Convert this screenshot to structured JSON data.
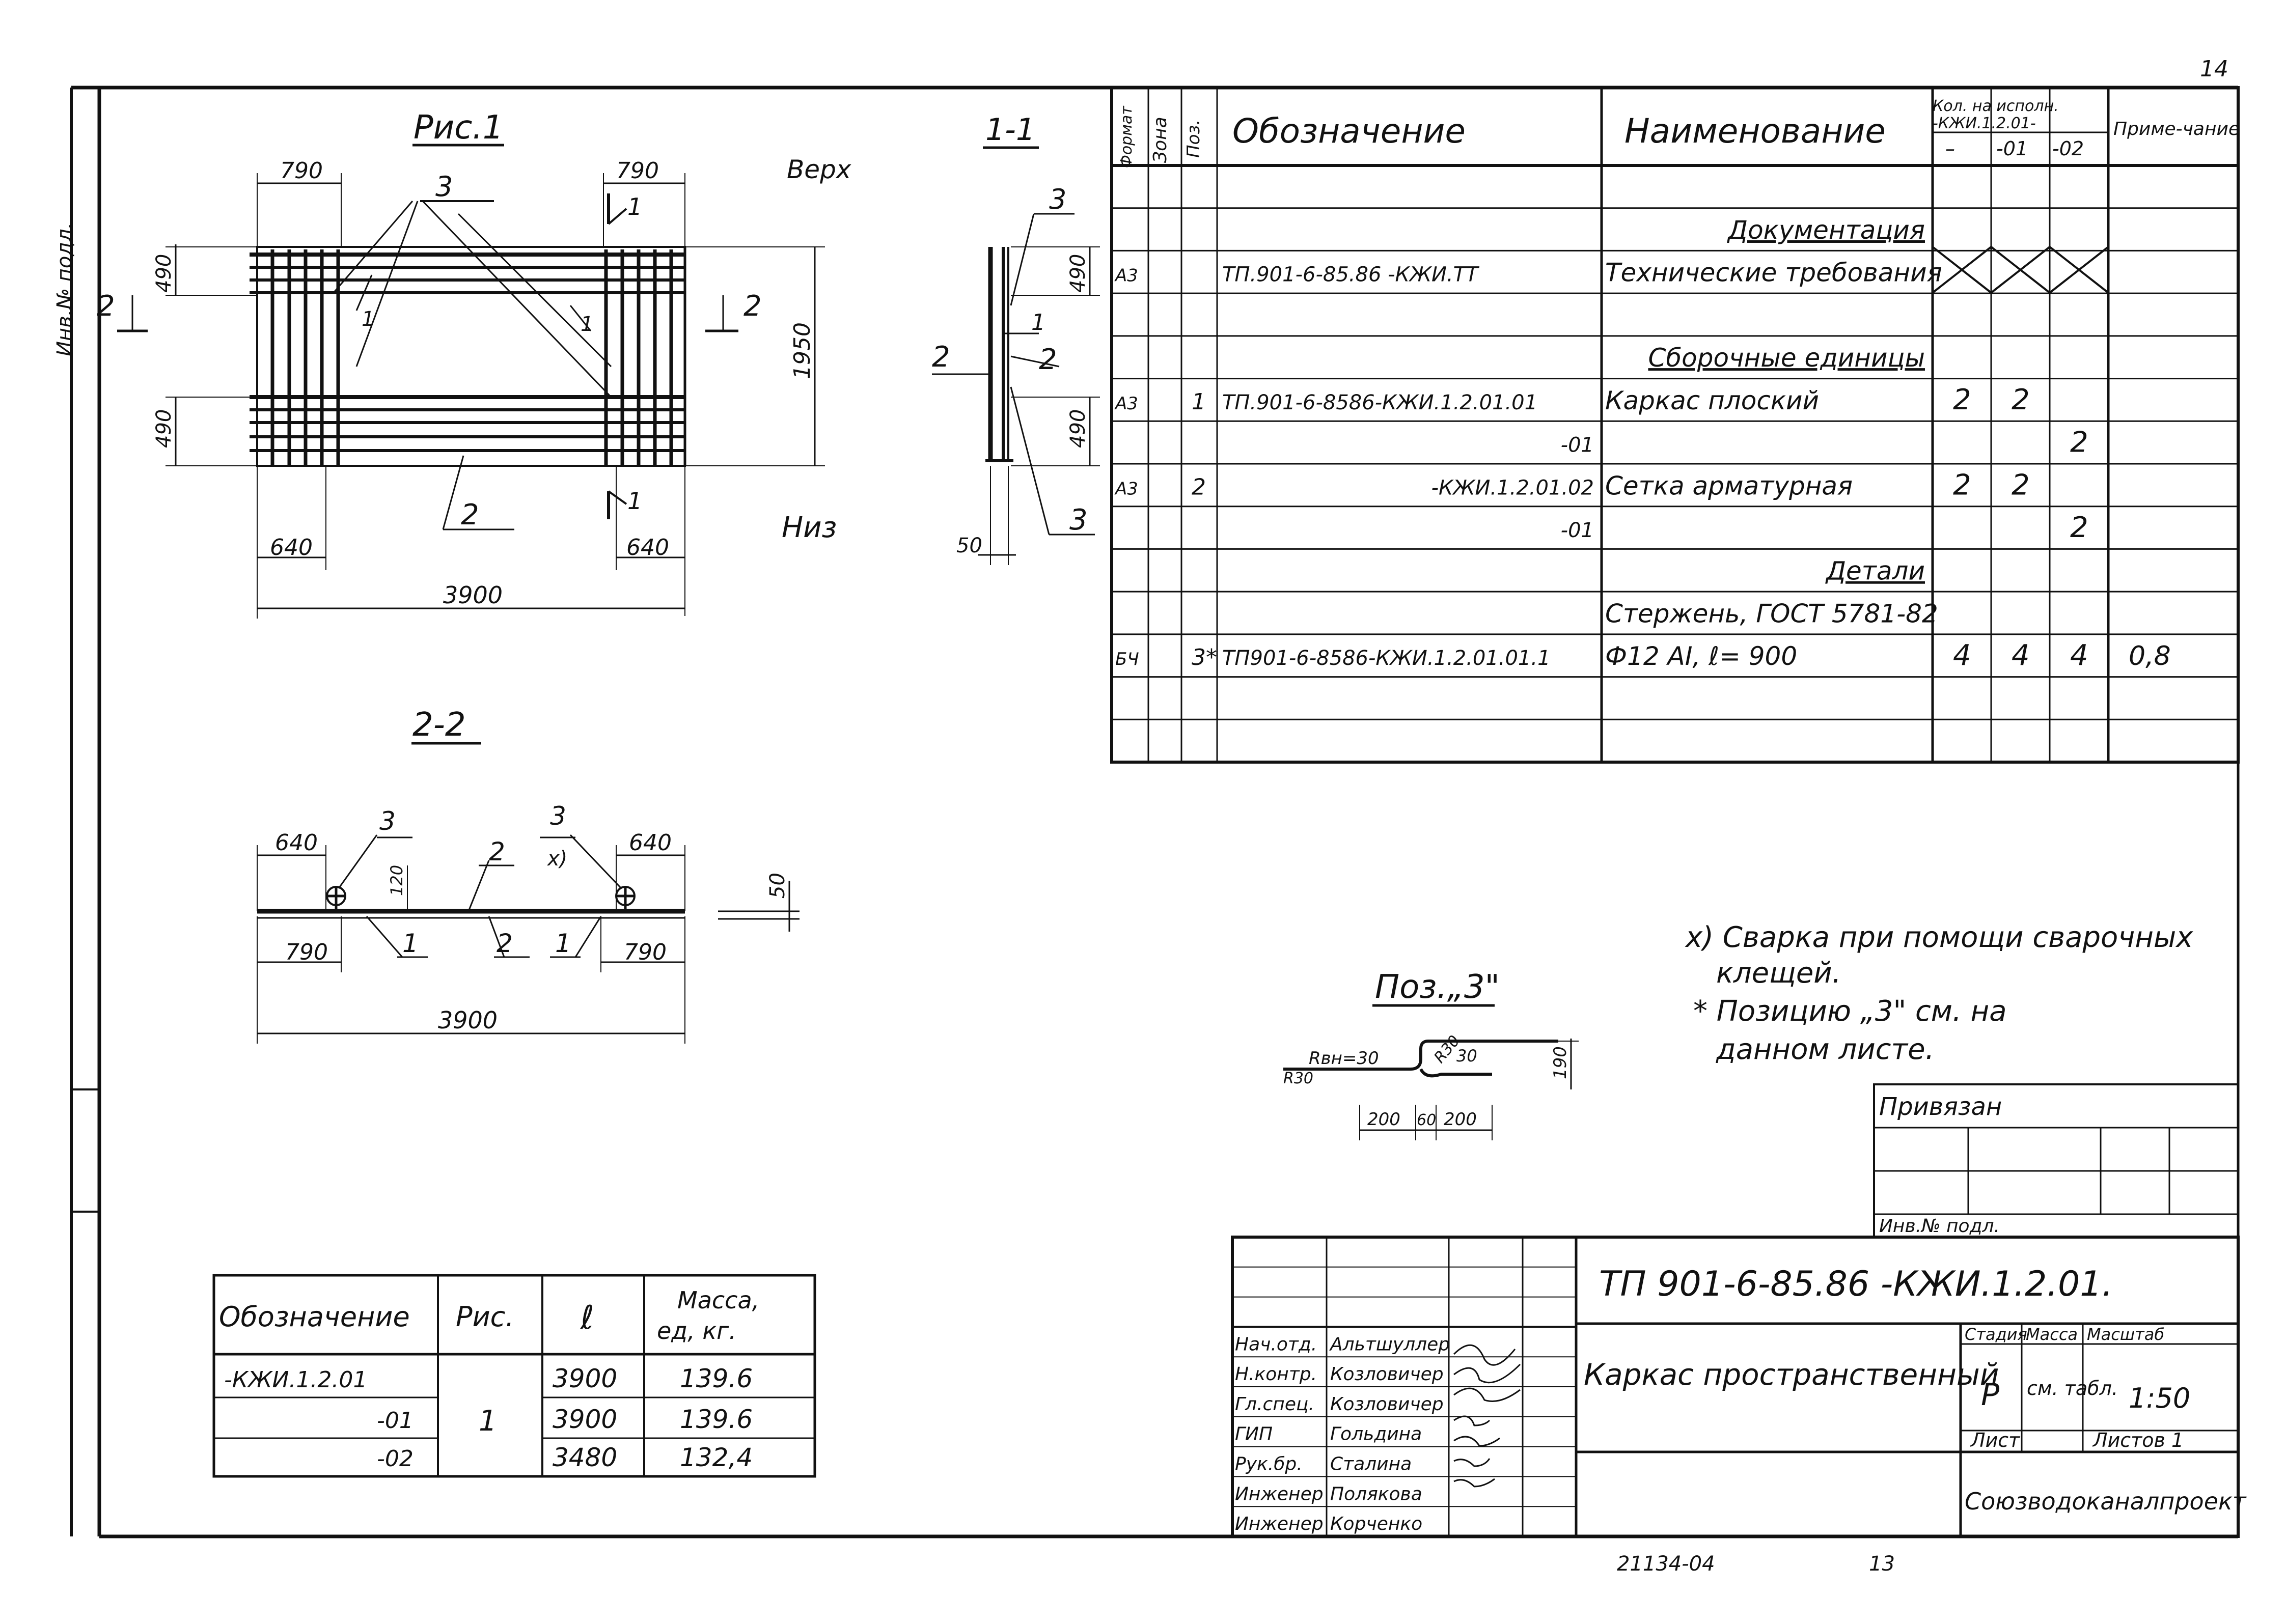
{
  "page": {
    "number": "14"
  },
  "left_margin": {
    "inventory_label": "Инв.№ подл."
  },
  "drawing": {
    "fig1": {
      "title": "Рис.1",
      "top_label": "Верх",
      "bottom_label": "Низ",
      "dims": [
        "790",
        "790",
        "490",
        "490",
        "1950",
        "640",
        "640",
        "3900"
      ],
      "pos": [
        "3",
        "1",
        "1",
        "2",
        "1",
        "1"
      ],
      "section_mark": "2"
    },
    "sec11": {
      "title": "1-1",
      "dims": [
        "490",
        "490",
        "50"
      ],
      "pos": [
        "3",
        "2",
        "1",
        "2",
        "3"
      ]
    },
    "sec22": {
      "title": "2-2",
      "dims": [
        "640",
        "640",
        "120",
        "790",
        "790",
        "3900",
        "50"
      ],
      "pos": [
        "3",
        "3",
        "x)",
        "2",
        "1",
        "2",
        "1"
      ]
    },
    "poz3": {
      "title": "Поз.„3\"",
      "dims": [
        "Rвн=30",
        "R30",
        "R30",
        "30",
        "190",
        "200",
        "60",
        "200"
      ]
    }
  },
  "notes": [
    "x) Сварка при помощи сварочных",
    "клещей.",
    "* Позицию „3\" см. на",
    "данном листе."
  ],
  "spec": {
    "headers": {
      "format": "Формат",
      "zone": "Зона",
      "pos": "Поз.",
      "designation": "Обозначение",
      "name": "Наименование",
      "qty": "Кол. на исполн.",
      "qty_sub": "-КЖИ.1.2.01-",
      "note": "Приме-чание"
    },
    "qty_cols": [
      "–",
      "-01",
      "-02"
    ],
    "rows": [
      {
        "format": "",
        "zone": "",
        "pos": "",
        "designation": "",
        "name": "",
        "q1": "",
        "q2": "",
        "q3": "",
        "note": ""
      },
      {
        "format": "",
        "zone": "",
        "pos": "",
        "designation": "",
        "name": "Документация",
        "q1": "",
        "q2": "",
        "q3": "",
        "note": ""
      },
      {
        "format": "А3",
        "zone": "",
        "pos": "",
        "designation": "ТП.901-6-85.86 -КЖИ.ТТ",
        "name": "Технические требования",
        "q1": "",
        "q2": "",
        "q3": "",
        "note": ""
      },
      {
        "format": "",
        "zone": "",
        "pos": "",
        "designation": "",
        "name": "",
        "q1": "",
        "q2": "",
        "q3": "",
        "note": ""
      },
      {
        "format": "",
        "zone": "",
        "pos": "",
        "designation": "",
        "name": "Сборочные единицы",
        "q1": "",
        "q2": "",
        "q3": "",
        "note": ""
      },
      {
        "format": "А3",
        "zone": "",
        "pos": "1",
        "designation": "ТП.901-6-8586-КЖИ.1.2.01.01",
        "name": "Каркас плоский",
        "q1": "2",
        "q2": "2",
        "q3": "",
        "note": ""
      },
      {
        "format": "",
        "zone": "",
        "pos": "",
        "designation": "-01",
        "name": "",
        "q1": "",
        "q2": "",
        "q3": "2",
        "note": ""
      },
      {
        "format": "А3",
        "zone": "",
        "pos": "2",
        "designation": "-КЖИ.1.2.01.02",
        "name": "Сетка арматурная",
        "q1": "2",
        "q2": "2",
        "q3": "",
        "note": ""
      },
      {
        "format": "",
        "zone": "",
        "pos": "",
        "designation": "-01",
        "name": "",
        "q1": "",
        "q2": "",
        "q3": "2",
        "note": ""
      },
      {
        "format": "",
        "zone": "",
        "pos": "",
        "designation": "",
        "name": "Детали",
        "q1": "",
        "q2": "",
        "q3": "",
        "note": ""
      },
      {
        "format": "",
        "zone": "",
        "pos": "",
        "designation": "",
        "name": "Стержень, ГОСТ 5781-82",
        "q1": "",
        "q2": "",
        "q3": "",
        "note": ""
      },
      {
        "format": "БЧ",
        "zone": "",
        "pos": "3*",
        "designation": "ТП901-6-8586-КЖИ.1.2.01.01.1",
        "name": "Ф12 АI,  ℓ= 900",
        "q1": "4",
        "q2": "4",
        "q3": "4",
        "note": "0,8"
      },
      {
        "format": "",
        "zone": "",
        "pos": "",
        "designation": "",
        "name": "",
        "q1": "",
        "q2": "",
        "q3": "",
        "note": ""
      },
      {
        "format": "",
        "zone": "",
        "pos": "",
        "designation": "",
        "name": "",
        "q1": "",
        "q2": "",
        "q3": "",
        "note": ""
      }
    ]
  },
  "mass_table": {
    "headers": [
      "Обозначение",
      "Рис.",
      "ℓ",
      "Масса, ед, кг."
    ],
    "fig": "1",
    "rows": [
      {
        "code": "-КЖИ.1.2.01",
        "l": "3900",
        "mass": "139.6"
      },
      {
        "code": "-01",
        "l": "3900",
        "mass": "139.6"
      },
      {
        "code": "-02",
        "l": "3480",
        "mass": "132,4"
      }
    ]
  },
  "privyazan": {
    "label": "Привязан",
    "inv": "Инв.№ подл."
  },
  "title_block": {
    "doc_number": "ТП 901-6-85.86 -КЖИ.1.2.01.",
    "title": "Каркас пространственный",
    "stage_label": "Стадия",
    "mass_label": "Масса",
    "scale_label": "Масштаб",
    "stage": "Р",
    "mass": "см. табл.",
    "scale": "1:50",
    "sheet_label": "Лист",
    "sheets_label": "Листов 1",
    "org": "Союзводоканалпроект",
    "people": [
      {
        "role": "Нач.отд.",
        "name": "Альтшуллер"
      },
      {
        "role": "Н.контр.",
        "name": "Козловичер"
      },
      {
        "role": "Гл.спец.",
        "name": "Козловичер"
      },
      {
        "role": "ГИП",
        "name": "Гольдина"
      },
      {
        "role": "Рук.бр.",
        "name": "Сталина"
      },
      {
        "role": "Инженер",
        "name": "Полякова"
      },
      {
        "role": "Инженер",
        "name": "Корченко"
      }
    ]
  },
  "footer": {
    "archive": "21134-04",
    "sheet": "13"
  }
}
